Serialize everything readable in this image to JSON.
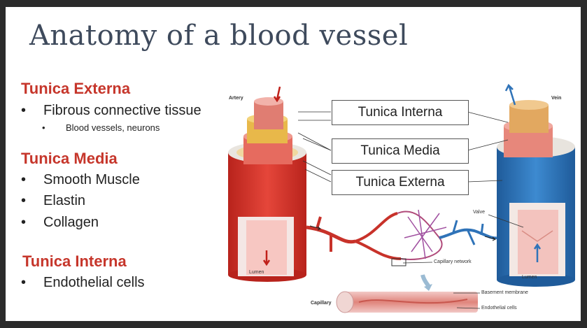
{
  "title": "Anatomy of a blood vessel",
  "sections": [
    {
      "heading": "Tunica Externa",
      "bullets": [
        "Fibrous connective tissue"
      ],
      "subbullets": [
        "Blood vessels, neurons"
      ]
    },
    {
      "heading": "Tunica Media",
      "bullets": [
        "Smooth Muscle",
        "Elastin",
        "Collagen"
      ]
    },
    {
      "heading": "Tunica Interna",
      "bullets": [
        "Endothelial cells"
      ]
    }
  ],
  "bullet_glyph": "•",
  "figure": {
    "boxes": [
      "Tunica Interna",
      "Tunica Media",
      "Tunica Externa"
    ],
    "labels": {
      "artery": "Artery",
      "vein": "Vein",
      "valve": "Valve",
      "capillary_network": "Capillary network",
      "lumen_artery": "Lumen",
      "lumen_vein": "Lumen",
      "capillary": "Capillary",
      "basement_membrane": "Basement membrane",
      "endothelial_cells": "Endothelial cells"
    }
  },
  "colors": {
    "heading": "#c6362b",
    "title": "#3e4a5c",
    "artery": "#d9372d",
    "vein": "#2f73b8",
    "muscle": "#e58a7c",
    "adventitia_yellow": "#e8b84a"
  }
}
